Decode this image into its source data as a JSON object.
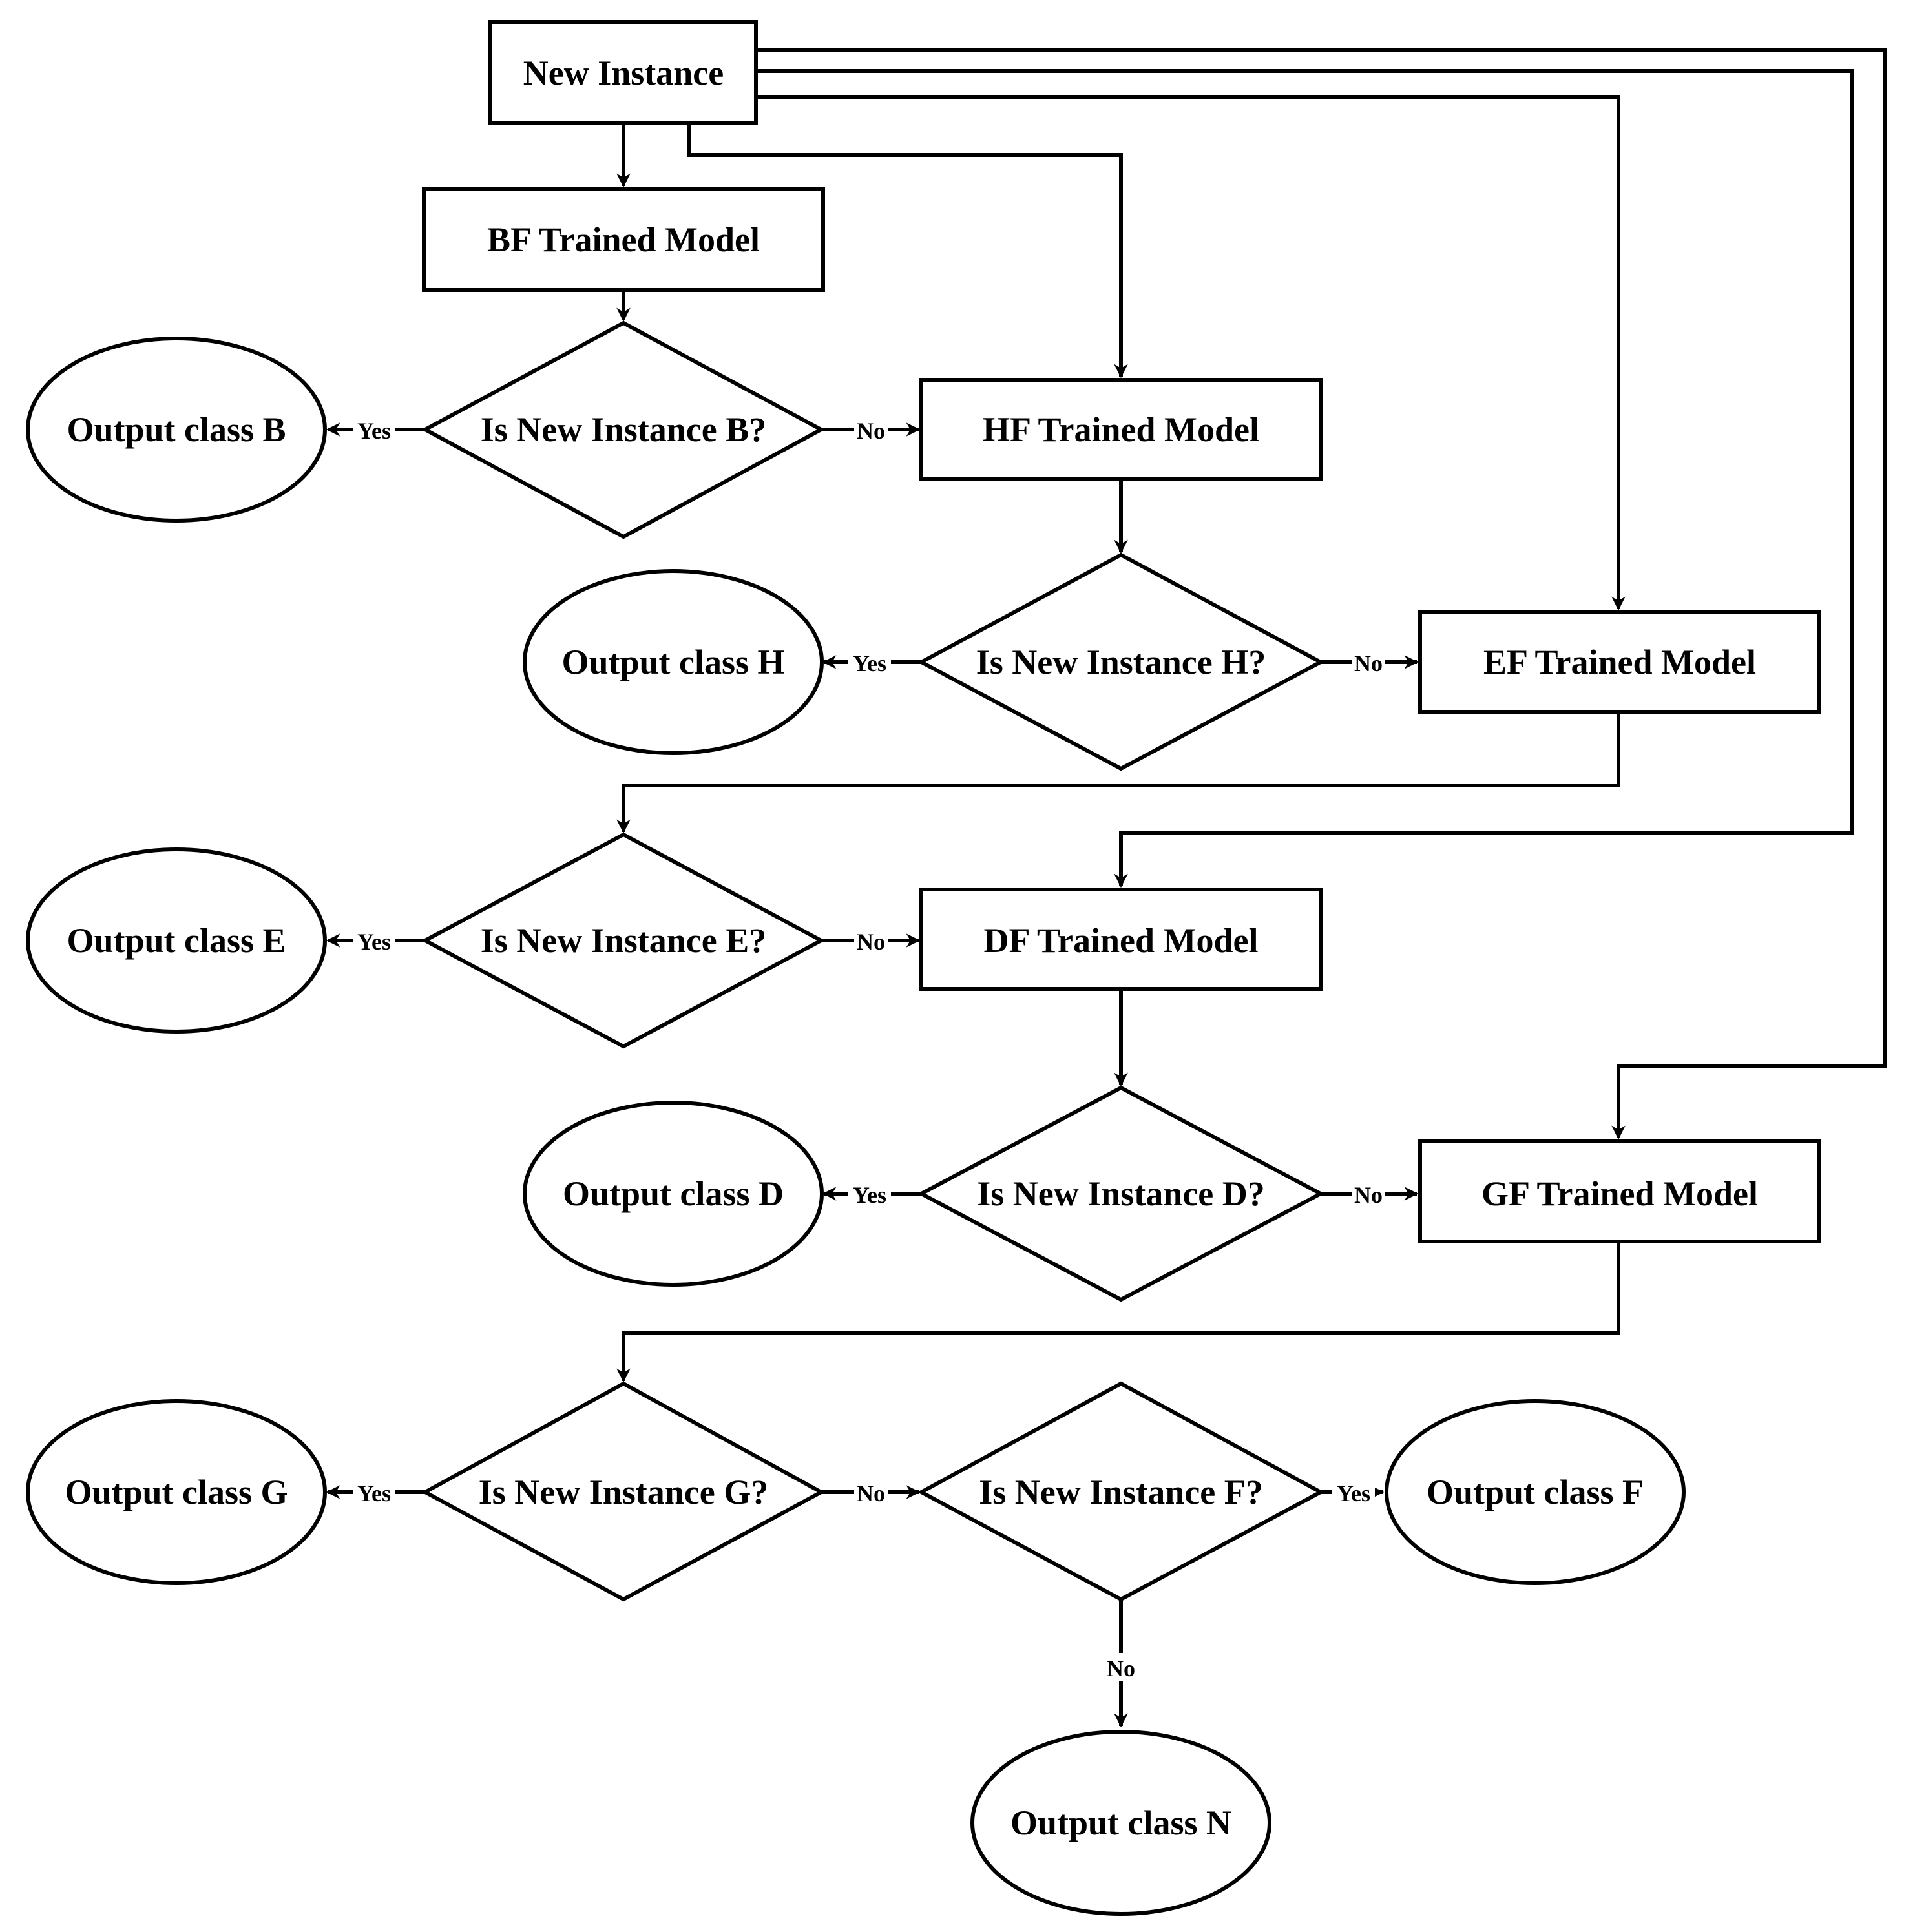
{
  "nodes": {
    "new_instance": "New Instance",
    "bf_model": "BF Trained Model",
    "hf_model": "HF Trained Model",
    "ef_model": "EF Trained Model",
    "df_model": "DF Trained Model",
    "gf_model": "GF Trained Model",
    "q_b": "Is New Instance B?",
    "q_h": "Is New Instance H?",
    "q_e": "Is New Instance E?",
    "q_d": "Is New Instance D?",
    "q_g": "Is New Instance G?",
    "q_f": "Is New Instance F?",
    "out_b": "Output class B",
    "out_h": "Output class H",
    "out_e": "Output class E",
    "out_d": "Output class D",
    "out_g": "Output class G",
    "out_f": "Output class F",
    "out_n": "Output class N"
  },
  "edge_labels": {
    "yes": "Yes",
    "no": "No"
  }
}
